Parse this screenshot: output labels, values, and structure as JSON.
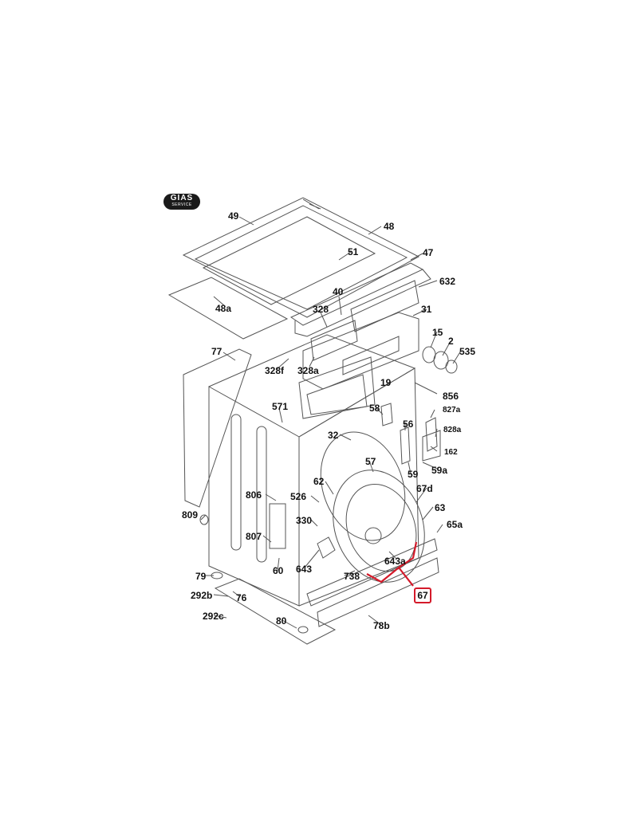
{
  "logo": {
    "brand": "GIAS",
    "sub": "SERVICE"
  },
  "highlight": {
    "part": "67",
    "color": "#d41a2a"
  },
  "parts": {
    "p49": "49",
    "p48": "48",
    "p51": "51",
    "p47": "47",
    "p632": "632",
    "p48a": "48a",
    "p40": "40",
    "p328": "328",
    "p31": "31",
    "p15": "15",
    "p2": "2",
    "p535": "535",
    "p77": "77",
    "p328f": "328f",
    "p328a": "328a",
    "p19": "19",
    "p856": "856",
    "p571": "571",
    "p58": "58",
    "p827a": "827a",
    "p56": "56",
    "p828a": "828a",
    "p32": "32",
    "p162": "162",
    "p57": "57",
    "p59a": "59a",
    "p59": "59",
    "p62": "62",
    "p67d": "67d",
    "p806": "806",
    "p526": "526",
    "p63": "63",
    "p809": "809",
    "p330": "330",
    "p65a": "65a",
    "p807": "807",
    "p643a": "643a",
    "p60": "60",
    "p643": "643",
    "p79": "79",
    "p738": "738",
    "p292b": "292b",
    "p76": "76",
    "p292c": "292c",
    "p80": "80",
    "p78b": "78b"
  }
}
